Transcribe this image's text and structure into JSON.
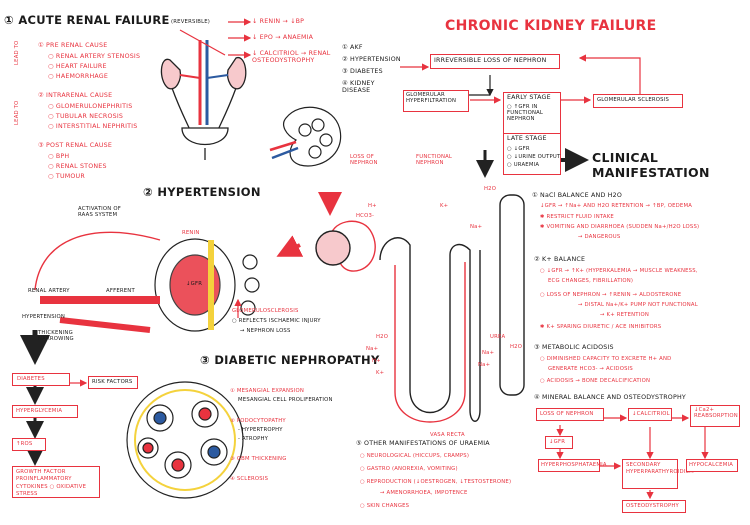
{
  "title": "CHRONIC KIDNEY FAILURE",
  "colors": {
    "accent": "#e8333f",
    "ink": "#1a1a1a",
    "highlight": "#f4d23c"
  },
  "acute": {
    "heading": "① ACUTE RENAL FAILURE",
    "heading_note": "(REVERSIBLE)",
    "prerenal": {
      "title": "① PRE RENAL CAUSE",
      "items": [
        "○ RENAL ARTERY STENOSIS",
        "○ HEART FAILURE",
        "○ HAEMORRHAGE"
      ]
    },
    "intrarenal": {
      "title": "② INTRARENAL CAUSE",
      "items": [
        "○ GLOMERULONEPHRITIS",
        "○ TUBULAR NECROSIS",
        "○ INTERSTITIAL NEPHRITIS"
      ]
    },
    "postrenal": {
      "title": "③ POST RENAL CAUSE",
      "items": [
        "○ BPH",
        "○ RENAL STONES",
        "○ TUMOUR"
      ]
    },
    "side_labels": [
      "LEAD TO",
      "LEAD TO"
    ],
    "effects": [
      "↓ RENIN → ↓BP",
      "↓ EPO → ANAEMIA",
      "↓ CALCITRIOL → RENAL OSTEODYSTROPHY"
    ]
  },
  "causes": {
    "items": [
      "① AKF",
      "② HYPERTENSION",
      "③ DIABETES",
      "④ KIDNEY DISEASE"
    ]
  },
  "flow": {
    "irreversible": "IRREVERSIBLE LOSS OF NEPHRON",
    "glomerular": "GLOMERULAR HYPERFILTRATION",
    "early_stage": "EARLY STAGE",
    "early_items": [
      "○ ↑GFR IN FUNCTIONAL NEPHRON"
    ],
    "late_stage": "LATE STAGE",
    "late_items": [
      "○ ↓GFR",
      "○ ↓URINE OUTPUT",
      "○ URAEMIA"
    ],
    "sclerosis": "GLOMERULAR SCLEROSIS",
    "clinical": "CLINICAL MANIFESTATION",
    "loss_label": "LOSS OF NEPHRON",
    "functional_label": "FUNCTIONAL NEPHRON"
  },
  "hypertension": {
    "heading": "② HYPERTENSION",
    "activation": "ACTIVATION OF RAAS SYSTEM",
    "renin": "RENIN",
    "renal_artery": "RENAL ARTERY",
    "afferent": "AFFERENT",
    "hyper": "HYPERTENSION",
    "thickening": "THICKENING NARROWING",
    "gfr": "↓GFR",
    "sclerosis_title": "GLOMERULOSCLEROSIS",
    "sclerosis_items": [
      "○ REFLECTS ISCHAEMIC INJURY",
      "→ NEPHRON LOSS"
    ]
  },
  "diabetic": {
    "heading": "③ DIABETIC NEPHROPATHY",
    "chain": [
      "DIABETES",
      "HYPERGLYCEMIA",
      "↑ROS",
      "GROWTH FACTOR PROINFLAMMATORY CYTOKINES ○ OXIDATIVE STRESS"
    ],
    "risk": "RISK FACTORS",
    "points": [
      "① MESANGIAL EXPANSION",
      "MESANGIAL CELL PROLIFERATION",
      "② PODOCYTOPATHY",
      "- HYPERTROPHY",
      "- ATROPHY",
      "③ GBM THICKENING",
      "④ SCLEROSIS"
    ]
  },
  "nephron": {
    "vasa": "VASA RECTA",
    "ions": [
      "H+",
      "HCO3-",
      "K+",
      "Na+",
      "H2O",
      "Na+",
      "H+",
      "K+",
      "UREA",
      "H2O",
      "H2O",
      "Na+",
      "Na+"
    ]
  },
  "manifestations": {
    "s1_title": "① NaCl BALANCE AND H2O",
    "s1_items": [
      "↓GFR → ↑Na+ AND H2O RETENTION → ↑BP, OEDEMA",
      "✱ RESTRICT FLUID INTAKE",
      "✱ VOMITING AND DIARRHOEA (SUDDEN Na+/H2O LOSS)",
      "→ DANGEROUS"
    ],
    "s2_title": "② K+ BALANCE",
    "s2_items": [
      "○ ↓GFR → ↑K+ (HYPERKALEMIA → MUSCLE WEAKNESS,",
      "ECG CHANGES, FIBRILLATION)",
      "○ LOSS OF NEPHRON → ↑RENIN → ALDOSTERONE",
      "→ DISTAL Na+/K+ PUMP NOT FUNCTIONAL",
      "→ K+ RETENTION",
      "✱ K+ SPARING DIURETIC / ACE INHIBITORS"
    ],
    "s3_title": "③ METABOLIC ACIDOSIS",
    "s3_items": [
      "○ DIMINISHED CAPACITY TO EXCRETE H+ AND",
      "GENERATE HCO3- → ACIDOSIS",
      "○ ACIDOSIS → BONE DECALCIFICATION"
    ],
    "s4_title": "④ MINERAL BALANCE AND OSTEODYSTROPHY",
    "s4_nodes": [
      "LOSS OF NEPHRON",
      "↓CALCITRIOL",
      "↓Ca2+ REABSORPTION",
      "↓GFR",
      "HYPERPHOSPHATAEMIA",
      "SECONDARY HYPERPARATHYROIDISM",
      "HYPOCALCEMIA",
      "OSTEODYSTROPHY"
    ],
    "s5_title": "⑤ OTHER MANIFESTATIONS OF URAEMIA",
    "s5_items": [
      "○ NEUROLOGICAL (HICCUPS, CRAMPS)",
      "○ GASTRO (ANOREXIA, VOMITING)",
      "○ REPRODUCTION (↓OESTROGEN, ↓TESTOSTERONE)",
      "→ AMENORRHOEA, IMPOTENCE",
      "○ SKIN CHANGES"
    ]
  }
}
